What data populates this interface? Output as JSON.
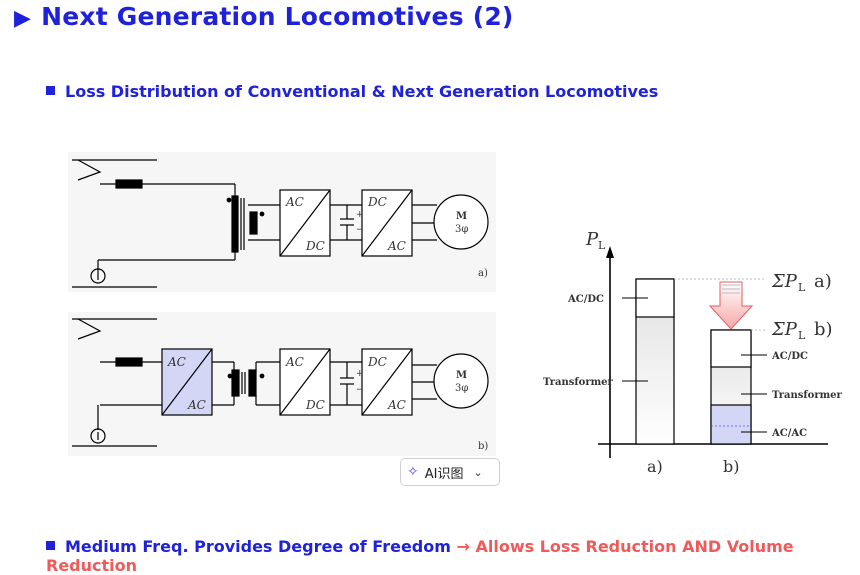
{
  "header": {
    "title": "Next Generation Locomotives (2)",
    "arrow_icon": "play-triangle-icon"
  },
  "subtitle": "Loss Distribution of  Conventional  &  Next Generation Locomotives",
  "diagram_a": {
    "conv1_top": "AC",
    "conv1_bottom": "DC",
    "conv2_top": "DC",
    "conv2_bottom": "AC",
    "motor_line1": "M",
    "motor_line2": "3φ",
    "cap_plus": "+",
    "cap_minus": "−",
    "tag": "a)"
  },
  "diagram_b": {
    "mf_top": "AC",
    "mf_bottom": "AC",
    "conv1_top": "AC",
    "conv1_bottom": "DC",
    "conv2_top": "DC",
    "conv2_bottom": "AC",
    "motor_line1": "M",
    "motor_line2": "3φ",
    "cap_plus": "+",
    "cap_minus": "−",
    "tag": "b)"
  },
  "loss_chart": {
    "y_axis": "P",
    "y_axis_sub": "L",
    "sum_a_label": "ΣP",
    "sum_a_sub": "L",
    "sum_a_tag": "a)",
    "sum_b_label": "ΣP",
    "sum_b_sub": "L",
    "sum_b_tag": "b)",
    "bar_a_labels": [
      "AC/DC",
      "Transformer"
    ],
    "bar_b_labels": [
      "AC/DC",
      "Transformer",
      "AC/AC"
    ],
    "x_labels": [
      "a)",
      "b)"
    ],
    "bar_b_acac_color": "#d4d6f6"
  },
  "ai_button": {
    "label": "AI识图",
    "icon": "sparkle-icon",
    "dropdown_icon": "chevron-down-icon"
  },
  "footer": {
    "left": "Medium Freq. Provides Degree of Freedom",
    "arrow": "→",
    "right": "Allows Loss Reduction AND Volume Reduction"
  },
  "colors": {
    "title_blue": "#1f22d8",
    "accent_red": "#f05a5a",
    "mf_converter_fill": "#d4d6f6"
  }
}
